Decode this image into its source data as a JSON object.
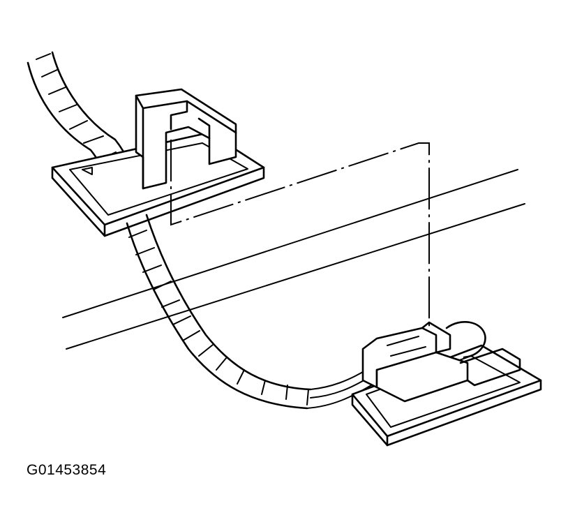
{
  "figure": {
    "id_label": "G01453854"
  },
  "colors": {
    "line": "#000000",
    "background": "#ffffff"
  },
  "icons": [
    "wiring-harness",
    "harness-retainer-clip",
    "lamp-socket-connector",
    "mounting-panel",
    "alignment-leader-line"
  ]
}
